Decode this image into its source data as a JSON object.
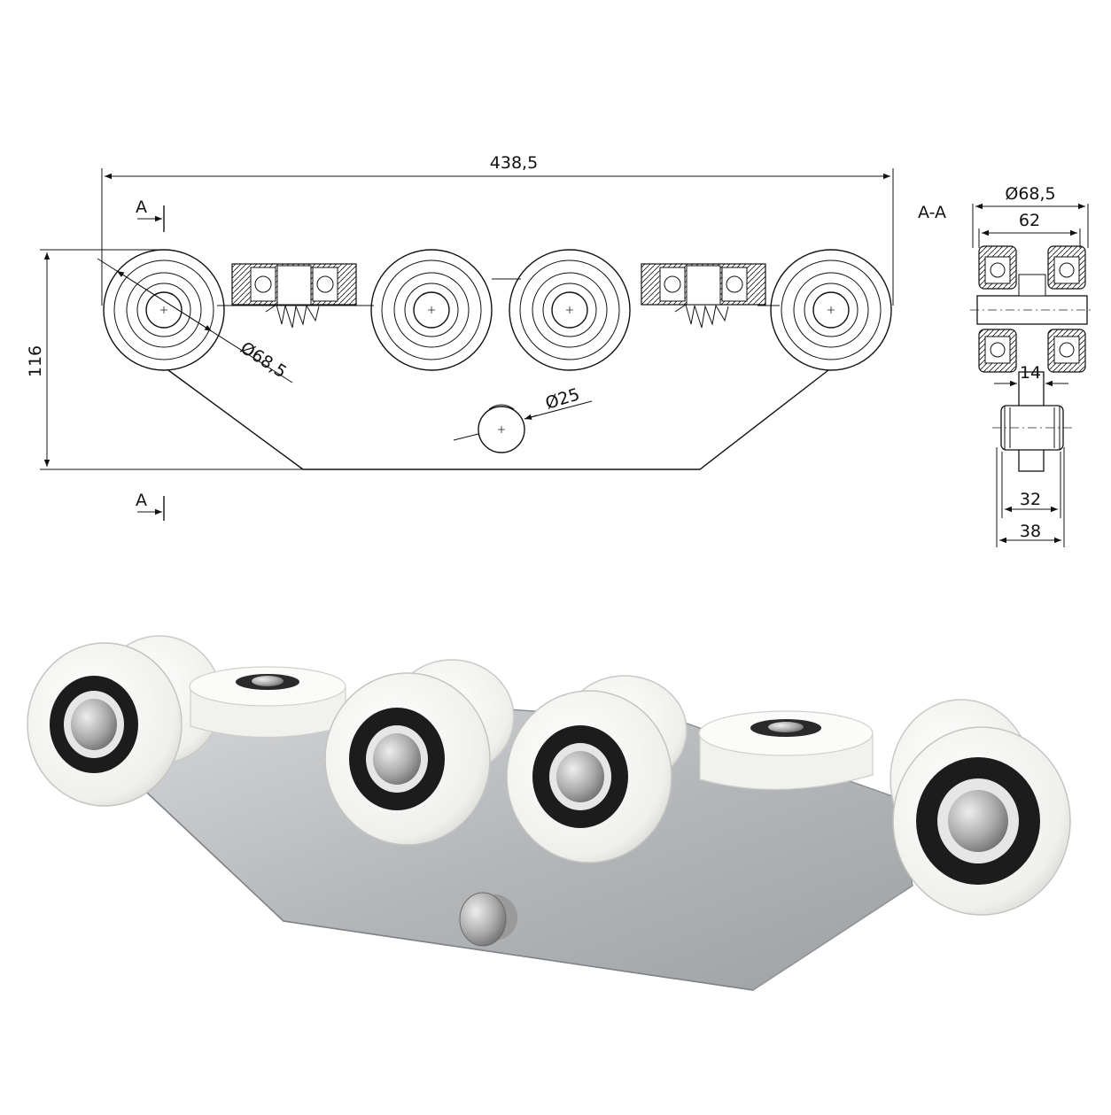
{
  "drawing": {
    "overall_length": "438,5",
    "height": "116",
    "wheel_diameter": "Ø68,5",
    "axle_diameter": "Ø25",
    "section_mark": "A",
    "section_title": "A-A",
    "section_wheel_diameter": "Ø68,5",
    "section_width": "62",
    "section_axle_gap": "14",
    "section_inner_width": "32",
    "section_outer_width": "38"
  },
  "colors": {
    "line": "#111111",
    "plate": "#b9bcbf",
    "roller": "#f4f4f2",
    "bearing": "#1a1a1a"
  }
}
